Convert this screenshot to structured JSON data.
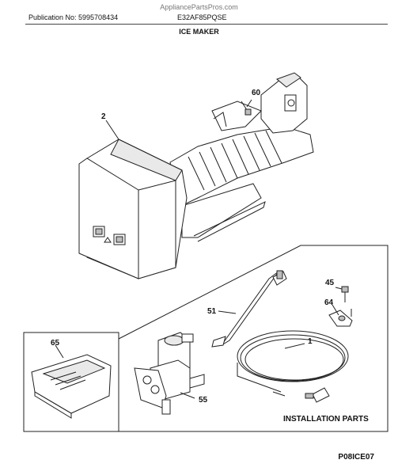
{
  "header": {
    "watermark": "AppliancePartsPros.com",
    "publication": "Publication No: 5995708434",
    "model": "E32AF85PQSE",
    "section_title": "ICE MAKER"
  },
  "callouts": {
    "c60": "60",
    "c2": "2",
    "c45": "45",
    "c51": "51",
    "c64": "64",
    "c1": "1",
    "c65": "65",
    "c55": "55"
  },
  "installation_label": "INSTALLATION PARTS",
  "figure_code": "P08ICE07"
}
